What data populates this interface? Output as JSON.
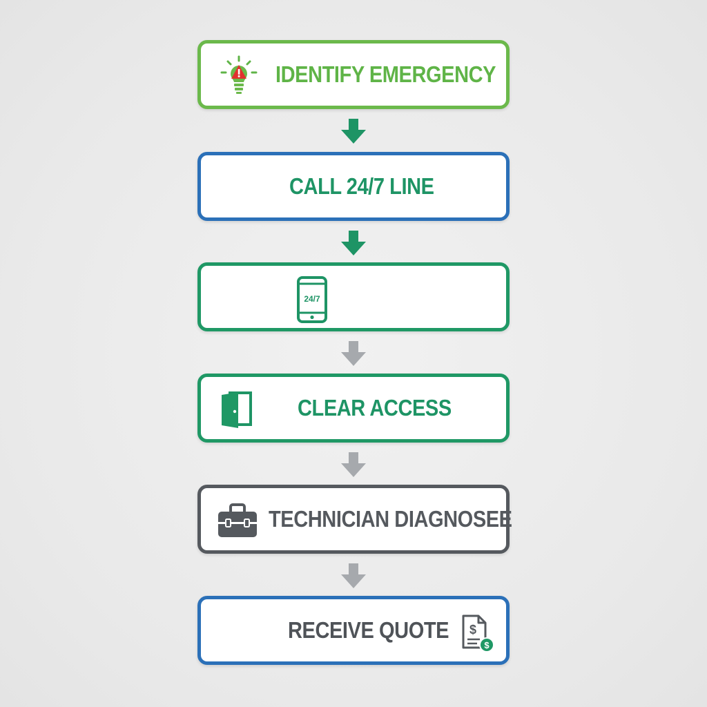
{
  "steps": [
    {
      "label": "IDENTIFY EMERGENCY",
      "icon": "lightbulb-alert-icon",
      "border": "#6bb94b",
      "text_color": "#5fb447"
    },
    {
      "label": "CALL 24/7 LINE",
      "icon": "",
      "border": "#2b70b8",
      "text_color": "#1e9465"
    },
    {
      "label": "",
      "icon": "smartphone-icon",
      "icon_text": "24/7",
      "border": "#1f9865",
      "text_color": "#1e9465"
    },
    {
      "label": "CLEAR ACCESS",
      "icon": "open-door-icon",
      "border": "#1f9865",
      "text_color": "#1e9465"
    },
    {
      "label": "TECHNICIAN DIAGNOSEE",
      "icon": "toolbox-icon",
      "border": "#55595e",
      "text_color": "#55595e"
    },
    {
      "label": "RECEIVE QUOTE",
      "icon": "invoice-dollar-icon",
      "icon_text": "$",
      "border": "#2b70b8",
      "text_color": "#4f5358"
    }
  ],
  "arrows": [
    {
      "color": "#1e9465"
    },
    {
      "color": "#1e9465"
    },
    {
      "color": "#a6a9ad"
    },
    {
      "color": "#a6a9ad"
    },
    {
      "color": "#a6a9ad"
    }
  ]
}
